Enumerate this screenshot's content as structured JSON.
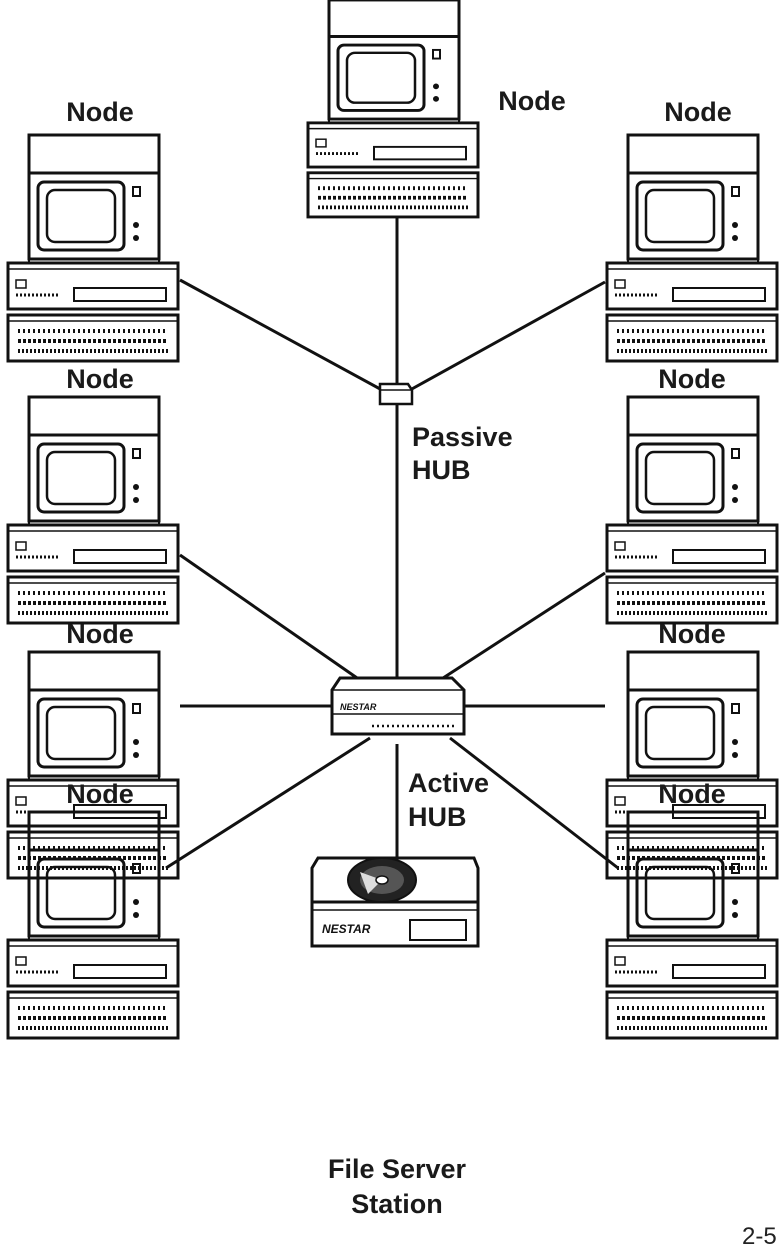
{
  "nodes": [
    {
      "id": "top-center",
      "label": "Node"
    },
    {
      "id": "top-left",
      "label": "Node"
    },
    {
      "id": "top-right",
      "label": "Node"
    },
    {
      "id": "left-2",
      "label": "Node"
    },
    {
      "id": "right-2",
      "label": "Node"
    },
    {
      "id": "left-3",
      "label": "Node"
    },
    {
      "id": "right-3",
      "label": "Node"
    },
    {
      "id": "left-4",
      "label": "Node"
    },
    {
      "id": "right-4",
      "label": "Node"
    }
  ],
  "passive_hub": {
    "line1": "Passive",
    "line2": "HUB"
  },
  "active_hub": {
    "line1": "Active",
    "line2": "HUB",
    "brand": "NESTAR"
  },
  "file_server": {
    "line1": "File Server",
    "line2": "Station",
    "brand": "NESTAR"
  },
  "page_number": "2-5"
}
